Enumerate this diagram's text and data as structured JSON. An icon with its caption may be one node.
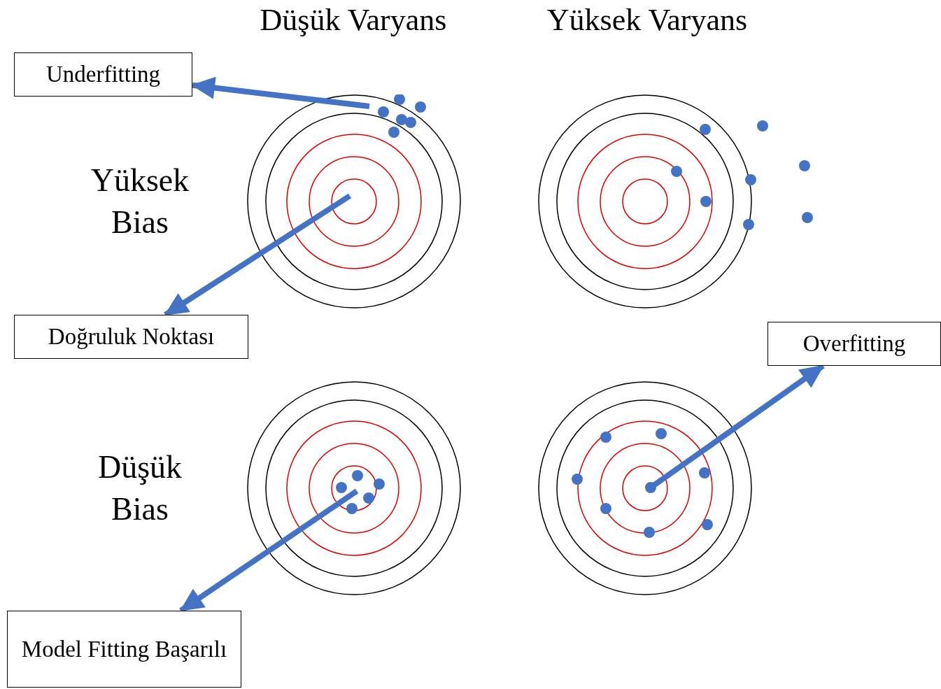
{
  "diagram": {
    "nodes": [
      {
        "text": [
          "Underfitting"
        ]
      },
      {
        "text": [],
        "shape": "picture"
      },
      {
        "text": [],
        "shape": "picture"
      },
      {
        "text": [
          "Doğruluk Noktası"
        ]
      },
      {
        "text": [
          "Overfitting"
        ]
      },
      {
        "text": [],
        "shape": "picture"
      },
      {
        "text": [],
        "shape": "picture"
      },
      {
        "text": [
          "Model Fitting Başarılı"
        ]
      }
    ],
    "edges": [
      {
        "from": 1,
        "to": 0,
        "arrow": "to"
      },
      {
        "from": 1,
        "to": 3,
        "arrow": "to"
      },
      {
        "from": 6,
        "to": 4,
        "arrow": "to"
      },
      {
        "from": 5,
        "to": 7,
        "arrow": "to"
      }
    ],
    "labels": [
      "Düşük Varyans",
      "Yüksek Varyans",
      "Yüksek Bias",
      "Düşük Bias"
    ]
  }
}
